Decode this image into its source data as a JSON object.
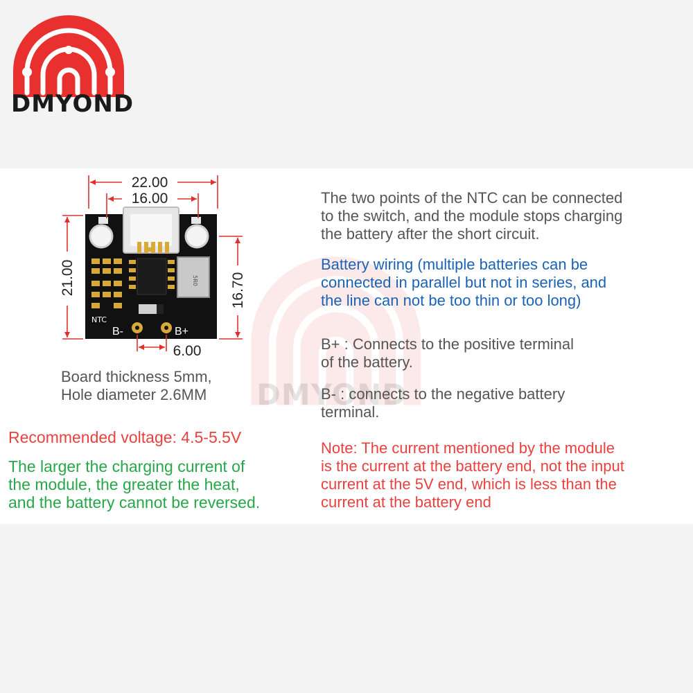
{
  "logo": {
    "text": "DMYOND"
  },
  "watermark": {
    "text": "DMYOND"
  },
  "diagram": {
    "dim_width": "22.00",
    "dim_hole_spacing": "16.00",
    "dim_height": "21.00",
    "dim_hole_to_edge": "16.70",
    "dim_pad_spacing": "6.00",
    "label_ntc": "NTC",
    "label_b_minus": "B-",
    "label_b_plus": "B+",
    "inductor_mark": "5R0"
  },
  "board_info": {
    "line1": "Board thickness 5mm,",
    "line2": "Hole diameter 2.6MM"
  },
  "recommended": "Recommended voltage: 4.5-5.5V",
  "heat_note": {
    "line1": "The larger the charging current of",
    "line2": "the module, the greater the heat,",
    "line3": "and the battery cannot be reversed."
  },
  "ntc_note": {
    "line1": "The two points of the NTC can be connected",
    "line2": "to the switch, and the module stops charging",
    "line3": "the battery after the short circuit."
  },
  "wiring_note": {
    "line1": "Battery wiring (multiple batteries can be",
    "line2": "connected in parallel but not in series, and",
    "line3": "the line can not be too thin or too long)"
  },
  "bplus_note": {
    "line1": "B+ : Connects to the positive terminal",
    "line2": "of the battery."
  },
  "bminus_note": {
    "line1": "B- : connects to the negative battery",
    "line2": "terminal."
  },
  "current_note": {
    "line1": "Note: The current mentioned by the module",
    "line2": "is the current at the battery end, not the input",
    "line3": "current at the 5V end, which is less than the",
    "line4": "current at the battery end"
  },
  "colors": {
    "logo_red": "#e8312f",
    "blue_text": "#1a63b6",
    "red_text": "#e8413e",
    "green_text": "#27a64a",
    "dim_red": "#e0302d"
  }
}
